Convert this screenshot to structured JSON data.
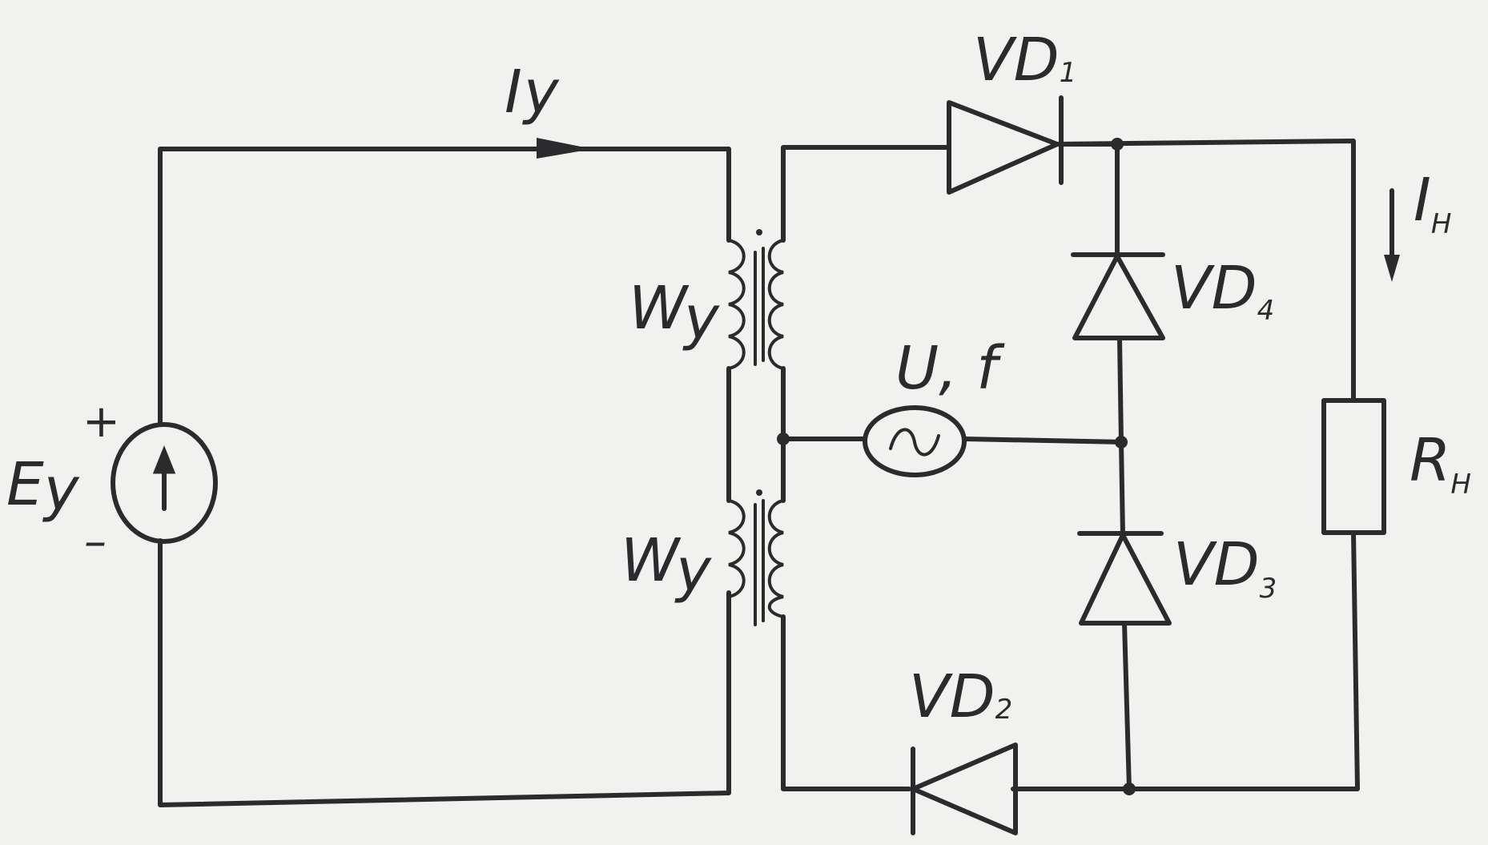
{
  "colors": {
    "ink": "#2b2b2d",
    "paper": "#f1f1ef"
  },
  "labels": {
    "source": {
      "main": "E",
      "sub": "y",
      "plus": "+",
      "minus": "–"
    },
    "control_current": {
      "main": "I",
      "sub": "y"
    },
    "winding_top": {
      "main": "W",
      "sub": "y"
    },
    "winding_bottom": {
      "main": "W",
      "sub": "y"
    },
    "ac_source": "U, f",
    "vd1": {
      "main": "VD",
      "sub": "1"
    },
    "vd2": {
      "main": "VD",
      "sub": "2"
    },
    "vd3": {
      "main": "VD",
      "sub": "3"
    },
    "vd4": {
      "main": "VD",
      "sub": "4"
    },
    "load_current": {
      "main": "I",
      "sub": "H"
    },
    "load_resistor": {
      "main": "R",
      "sub": "H"
    }
  },
  "icons": {
    "source_arrow": "arrow-up-icon",
    "ac_symbol": "sine-wave-icon"
  }
}
